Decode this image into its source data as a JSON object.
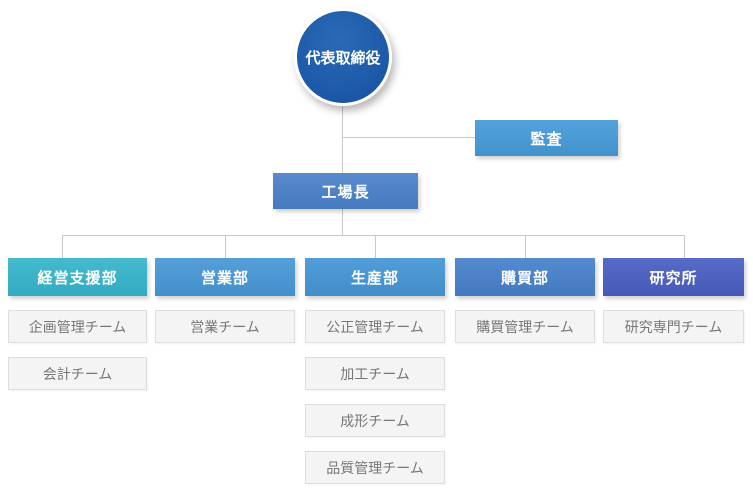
{
  "org_chart": {
    "root": {
      "label": "代表取締役"
    },
    "audit": {
      "label": "監査"
    },
    "factory_manager": {
      "label": "工場長"
    },
    "departments": [
      {
        "label": "経営支援部",
        "color": "#35b4cb",
        "teams": [
          "企画管理チーム",
          "会計チーム"
        ]
      },
      {
        "label": "営業部",
        "color": "#4697d6",
        "teams": [
          "営業チーム"
        ]
      },
      {
        "label": "生産部",
        "color": "#4495d5",
        "teams": [
          "公正管理チーム",
          "加工チーム",
          "成形チーム",
          "品質管理チーム"
        ]
      },
      {
        "label": "購買部",
        "color": "#4680ca",
        "teams": [
          "購買管理チーム"
        ]
      },
      {
        "label": "研究所",
        "color": "#4a5ec3",
        "teams": [
          "研究専門チーム"
        ]
      }
    ],
    "colors": {
      "root_node": "#1d5aa9",
      "audit_node": "#459ad7",
      "manager_node": "#4a80c8",
      "connector": "#c9c9c9",
      "team_background": "#f4f4f4",
      "team_border": "#dedede",
      "team_text": "#777777"
    }
  }
}
